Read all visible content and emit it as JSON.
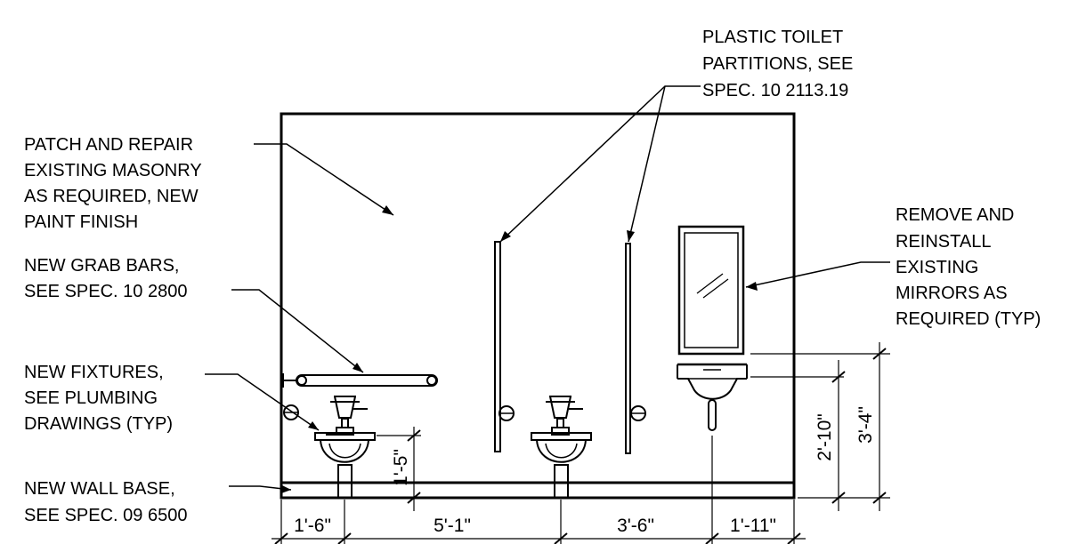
{
  "notes": {
    "partitions": [
      "PLASTIC TOILET",
      "PARTITIONS, SEE",
      "SPEC. 10 2113.19"
    ],
    "masonry": [
      "PATCH AND REPAIR",
      "EXISTING MASONRY",
      "AS REQUIRED, NEW",
      "PAINT FINISH"
    ],
    "mirrors": [
      "REMOVE AND",
      "REINSTALL",
      "EXISTING",
      "MIRRORS AS",
      "REQUIRED (TYP)"
    ],
    "grab_bars": [
      "NEW GRAB BARS,",
      "SEE SPEC. 10 2800"
    ],
    "fixtures": [
      "NEW FIXTURES,",
      "SEE PLUMBING",
      "DRAWINGS (TYP)"
    ],
    "wall_base": [
      "NEW WALL BASE,",
      "SEE SPEC. 09 6500"
    ]
  },
  "dimensions": {
    "horizontal": [
      "1'-6\"",
      "5'-1\"",
      "3'-6\"",
      "1'-11\""
    ],
    "seat_height": "1'-5\"",
    "sink_rim_height": "2'-10\"",
    "mirror_bottom_height": "3'-4\""
  }
}
